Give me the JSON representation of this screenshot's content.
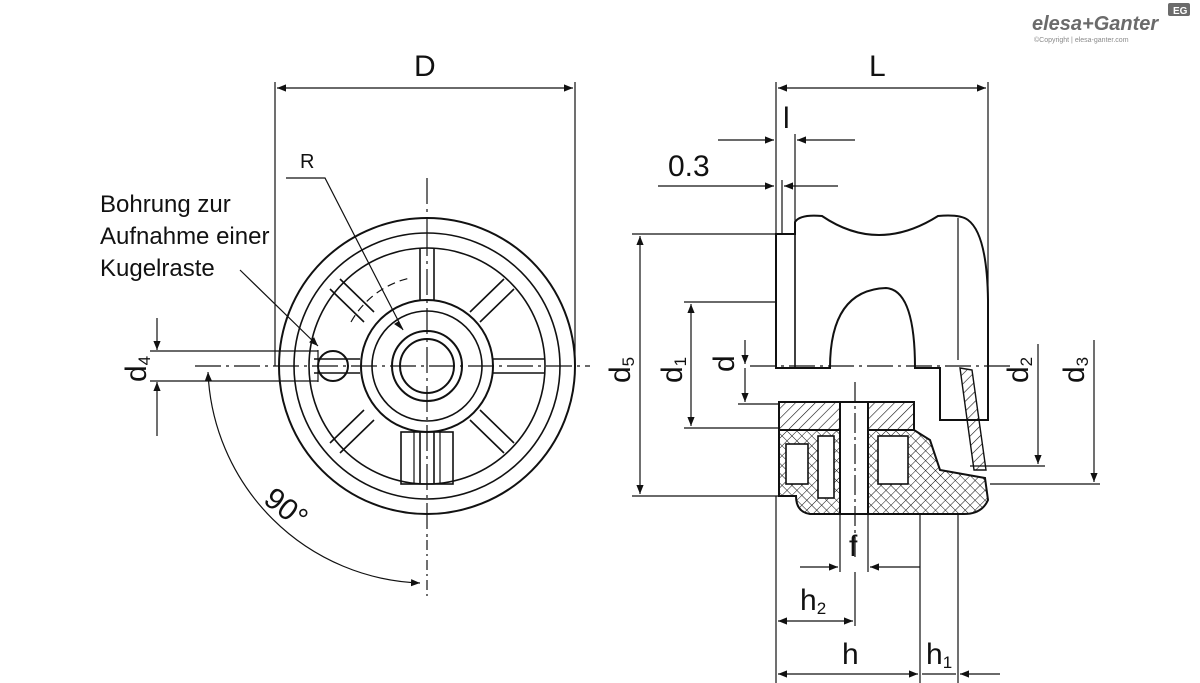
{
  "brand": {
    "logo_text": "elesa+Ganter",
    "badge": "EG",
    "copyright": "©Copyright | elesa-ganter.com"
  },
  "front_view": {
    "dim_D": "D",
    "radius_label": "R",
    "annotation_lines": [
      "Bohrung zur",
      "Aufnahme einer",
      "Kugelraste"
    ],
    "dim_d4": "d",
    "dim_d4_sub": "4",
    "angle_label": "90°"
  },
  "side_view": {
    "dim_L": "L",
    "dim_l": "l",
    "dim_03": "0.3",
    "dim_d5": "d",
    "dim_d5_sub": "5",
    "dim_d1": "d",
    "dim_d1_sub": "1",
    "dim_d": "d",
    "dim_d2": "d",
    "dim_d2_sub": "2",
    "dim_d3": "d",
    "dim_d3_sub": "3",
    "dim_f": "f",
    "dim_h2": "h",
    "dim_h2_sub": "2",
    "dim_h": "h",
    "dim_h1": "h",
    "dim_h1_sub": "1"
  }
}
